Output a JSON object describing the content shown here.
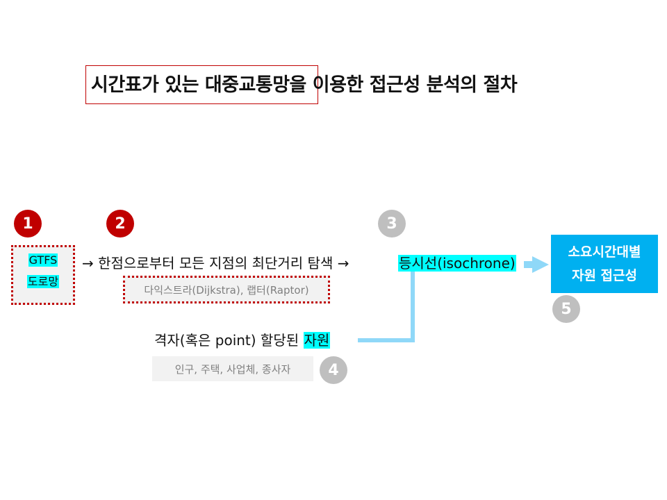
{
  "title": "시간표가 있는 대중교통망을 이용한 접근성 분석의 절차",
  "steps": {
    "s1": "1",
    "s2": "2",
    "s3": "3",
    "s4": "4",
    "s5": "5"
  },
  "inputs": {
    "gtfs": "GTFS",
    "road": "도로망"
  },
  "process": {
    "search_line": "→ 한점으로부터 모든 지점의 최단거리 탐색 →",
    "algorithms": "다익스트라(Dijkstra), 랩터(Raptor)",
    "isochrone": "등시선(isochrone)"
  },
  "resources": {
    "line_prefix": "격자(혹은 point) 할당된",
    "line_highlight": "자원",
    "examples": "인구, 주택, 사업체, 종사자"
  },
  "result": {
    "line1": "소요시간대별",
    "line2": "자원 접근성"
  },
  "colors": {
    "accent_red": "#c00000",
    "highlight_cyan": "#00ffff",
    "result_blue": "#00b0f0",
    "connector_light_blue": "#8fd8f8",
    "badge_gray": "#bfbfbf"
  }
}
